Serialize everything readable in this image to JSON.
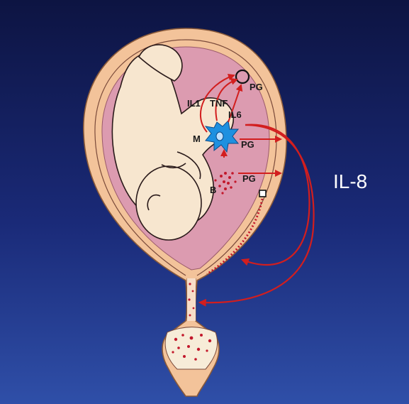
{
  "figure": {
    "title": "IL-8",
    "labels": {
      "il1": "IL1",
      "tnf": "TNF",
      "il6": "IL6",
      "m": "M",
      "b": "B",
      "pg_top": "PG",
      "pg_mid": "PG",
      "pg_low": "PG"
    },
    "colors": {
      "background_top": "#0d1442",
      "background_bottom": "#2f4fa8",
      "uterus_wall": "#f3c39a",
      "amniotic_fluid": "#dc9bb0",
      "fetus_skin": "#f7e6cf",
      "macrophage": "#1e90e0",
      "bacteria": "#c2182b",
      "arrow": "#d21e1e"
    },
    "icons": [
      "macrophage-icon",
      "bacteria-icon",
      "prostaglandin-target-circle",
      "membrane-square"
    ]
  }
}
